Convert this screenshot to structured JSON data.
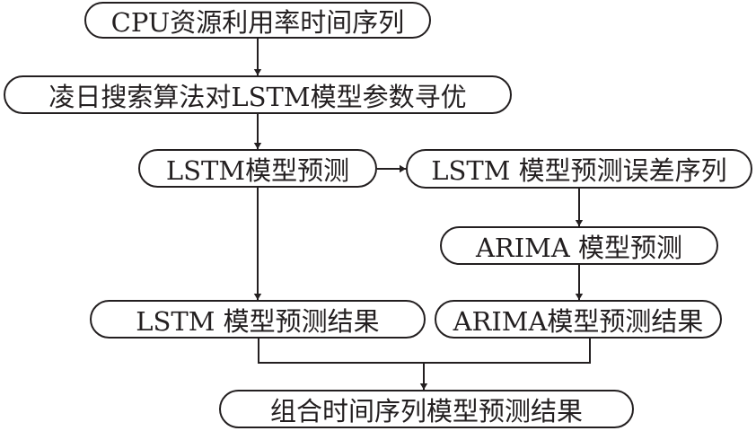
{
  "diagram": {
    "type": "flowchart",
    "nodes": [
      {
        "id": "cpu_series",
        "label": "CPU资源利用率时间序列"
      },
      {
        "id": "optimize",
        "label": "凌日搜索算法对LSTM模型参数寻优"
      },
      {
        "id": "lstm_predict",
        "label": "LSTM模型预测"
      },
      {
        "id": "lstm_error",
        "label": "LSTM 模型预测误差序列"
      },
      {
        "id": "arima_predict",
        "label": "ARIMA 模型预测"
      },
      {
        "id": "lstm_result",
        "label": "LSTM 模型预测结果"
      },
      {
        "id": "arima_result",
        "label": "ARIMA模型预测结果"
      },
      {
        "id": "combined_result",
        "label": "组合时间序列模型预测结果"
      }
    ],
    "edges": [
      {
        "from": "cpu_series",
        "to": "optimize"
      },
      {
        "from": "optimize",
        "to": "lstm_predict"
      },
      {
        "from": "lstm_predict",
        "to": "lstm_error"
      },
      {
        "from": "lstm_predict",
        "to": "lstm_result"
      },
      {
        "from": "lstm_error",
        "to": "arima_predict"
      },
      {
        "from": "arima_predict",
        "to": "arima_result"
      },
      {
        "from": "lstm_result",
        "to": "combined_result"
      },
      {
        "from": "arima_result",
        "to": "combined_result"
      }
    ],
    "colors": {
      "stroke": "#231f20",
      "background": "#ffffff"
    }
  }
}
